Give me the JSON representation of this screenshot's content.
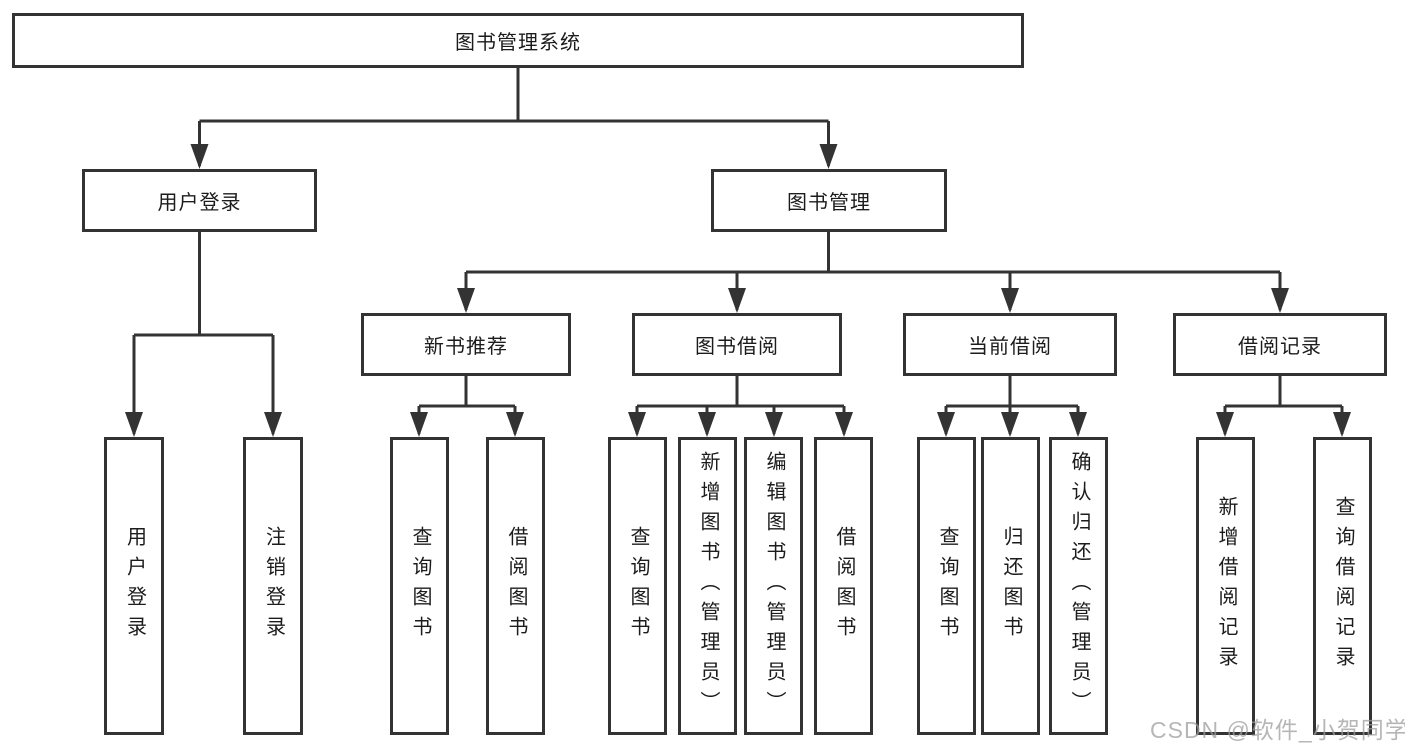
{
  "diagram": {
    "root": {
      "label": "图书管理系统"
    },
    "branches": [
      {
        "label": "用户登录",
        "children": [
          {
            "label": "用户登录"
          },
          {
            "label": "注销登录"
          }
        ]
      },
      {
        "label": "图书管理",
        "children": [
          {
            "label": "新书推荐",
            "children": [
              {
                "label": "查询图书"
              },
              {
                "label": "借阅图书"
              }
            ]
          },
          {
            "label": "图书借阅",
            "children": [
              {
                "label": "查询图书"
              },
              {
                "label": "新增图书（管理员）"
              },
              {
                "label": "编辑图书（管理员）"
              },
              {
                "label": "借阅图书"
              }
            ]
          },
          {
            "label": "当前借阅",
            "children": [
              {
                "label": "查询图书"
              },
              {
                "label": "归还图书"
              },
              {
                "label": "确认归还（管理员）"
              }
            ]
          },
          {
            "label": "借阅记录",
            "children": [
              {
                "label": "新增借阅记录"
              },
              {
                "label": "查询借阅记录"
              }
            ]
          }
        ]
      }
    ],
    "watermark": "CSDN @软件_小贺同学",
    "colors": {
      "line": "#333333",
      "box_border": "#333333",
      "box_fill": "#ffffff",
      "text": "#1c1c1c",
      "watermark": "#9e9e9e",
      "background": "#ffffff"
    }
  }
}
